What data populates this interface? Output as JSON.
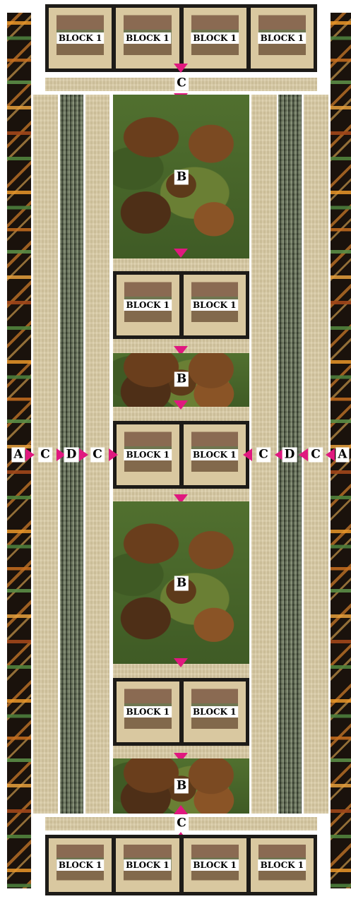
{
  "labels": {
    "block": "BLOCK 1",
    "a": "A",
    "b": "B",
    "c": "C",
    "d": "D"
  },
  "colors": {
    "arrow": "#e0187f",
    "border_tan": "#d8c9a2",
    "sashing_gray": "#55604a",
    "block_frame": "#1d1b18"
  }
}
